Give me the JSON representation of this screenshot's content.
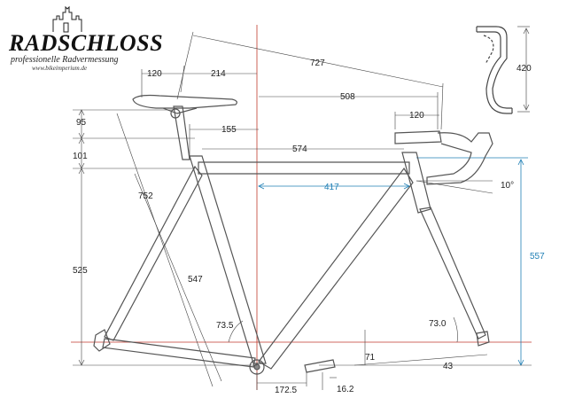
{
  "brand": {
    "name": "RADSCHLOSS",
    "tagline": "professionelle Radvermessung",
    "url": "www.bikeimperium.de"
  },
  "handlebar": {
    "width": "420"
  },
  "dimensions": {
    "d727": "727",
    "d120_top": "120",
    "d214": "214",
    "d508": "508",
    "d120_stem": "120",
    "d95": "95",
    "d155": "155",
    "d101": "101",
    "d574": "574",
    "d417": "417",
    "d10deg": "10°",
    "d752": "752",
    "d547": "547",
    "d525": "525",
    "d557": "557",
    "d73_5": "73.5",
    "d73_0": "73.0",
    "d71": "71",
    "d43": "43",
    "d172_5": "172.5",
    "d16_2": "16.2"
  },
  "colors": {
    "frame": "#555555",
    "dimension": "#444444",
    "reference_red": "#c0392b",
    "highlight_blue": "#1f7fb5"
  },
  "icons": [
    "castle-logo-icon",
    "handlebar-drop-icon"
  ]
}
